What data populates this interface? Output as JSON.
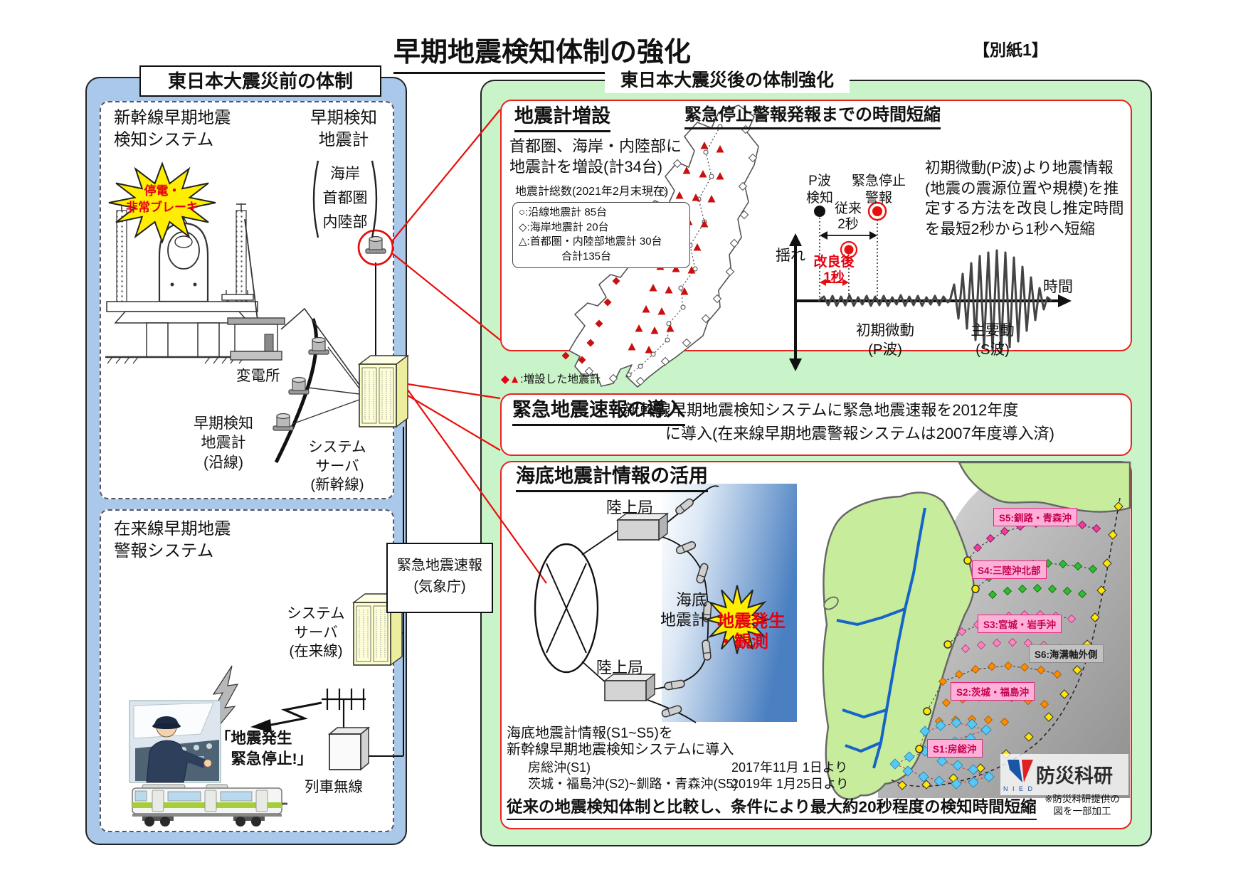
{
  "doc": {
    "title": "早期地震検知体制の強化",
    "ref": "【別紙1】"
  },
  "before": {
    "header": "東日本大震災前の体制",
    "shinkansen_system": "新幹線早期地震\n検知システム",
    "early_detector": "早期検知\n地震計",
    "detector_sites": "海岸\n首都圏\n内陸部",
    "outage": "停電・\n非常ブレーキ",
    "substation": "変電所",
    "wayside_detector": "早期検知\n地震計\n(沿線)",
    "server_shinkansen": "システム\nサーバ\n(新幹線)",
    "conventional_system": "在来線早期地震\n警報システム",
    "eew": "緊急地震速報\n(気象庁)",
    "server_conventional": "システム\nサーバ\n(在来線)",
    "stop_alert": "「地震発生\n　緊急停止!」",
    "train_radio": "列車無線"
  },
  "after": {
    "header": "東日本大震災後の体制強化",
    "add": {
      "title": "地震計増設",
      "desc": "首都圏、海岸・内陸部に\n地震計を増設(計34台)",
      "legend_title": "地震計総数(2021年2月末現在)",
      "legend_lines": "○:沿線地震計 85台\n◇:海岸地震計 20台\n△:首都圏・内陸部地震計 30台\n　　　　合計135台",
      "map_legend_sym": "◆▲",
      "map_legend_text": ":増設した地震計"
    },
    "faster": {
      "title": "緊急停止警報発報までの時間短縮",
      "desc": "初期微動(P波)より地震情報(地震の震源位置や規模)を推定する方法を改良し推定時間を最短2秒から1秒へ短縮",
      "p_detect": "P波\n検知",
      "alarm": "緊急停止\n警報",
      "conv": "従来\n2秒",
      "improved": "改良後\n1秒",
      "shake": "揺れ",
      "time": "時間",
      "p_wave": "初期微動\n(P波)",
      "s_wave": "主要動\n(S波)"
    },
    "eew_intro": {
      "title": "緊急地震速報の導入",
      "line1": "新幹線早期地震検知システムに緊急地震速報を2012年度",
      "line2": "に導入(在来線早期地震警報システムは2007年度導入済)"
    },
    "seafloor": {
      "title": "海底地震計情報の活用",
      "station_top": "陸上局",
      "station_bottom": "陸上局",
      "obs_label": "海底\n地震計",
      "event": "地震発生\n・観測",
      "intro1": "海底地震計情報(S1~S5)を",
      "intro2": "新幹線早期地震検知システムに導入",
      "row1_name": "房総沖(S1)",
      "row1_date": "2017年11月 1日より",
      "row2_name": "茨城・福島沖(S2)~釧路・青森沖(S5)",
      "row2_date": "2019年 1月25日より",
      "result": "従来の地震検知体制と比較し、条件により最大約20秒程度の検知時間短縮",
      "footnote": "※防災科研提供の\n図を一部加工",
      "labels": {
        "s5": "S5:釧路・青森沖",
        "s4": "S4:三陸沖北部",
        "s3": "S3:宮城・岩手沖",
        "s6": "S6:海溝軸外側",
        "s2": "S2:茨城・福島沖",
        "s1": "S1:房総沖"
      },
      "logo": "防災科研",
      "logo_sub": "N I E D"
    }
  },
  "colors": {
    "panel_before": "#aac8ea",
    "panel_after": "#c9f3c9",
    "box_border_red": "#e8231f",
    "alert_red": "#e60012",
    "starburst_yellow": "#ffee00",
    "s1_skyblue": "#58c8f5",
    "s2_orange": "#ff8a00",
    "s3_pink": "#ff85c2",
    "s4_green": "#2ebd2e",
    "s5_deeppink": "#f23b9d",
    "s6_yellow": "#ffe600"
  }
}
